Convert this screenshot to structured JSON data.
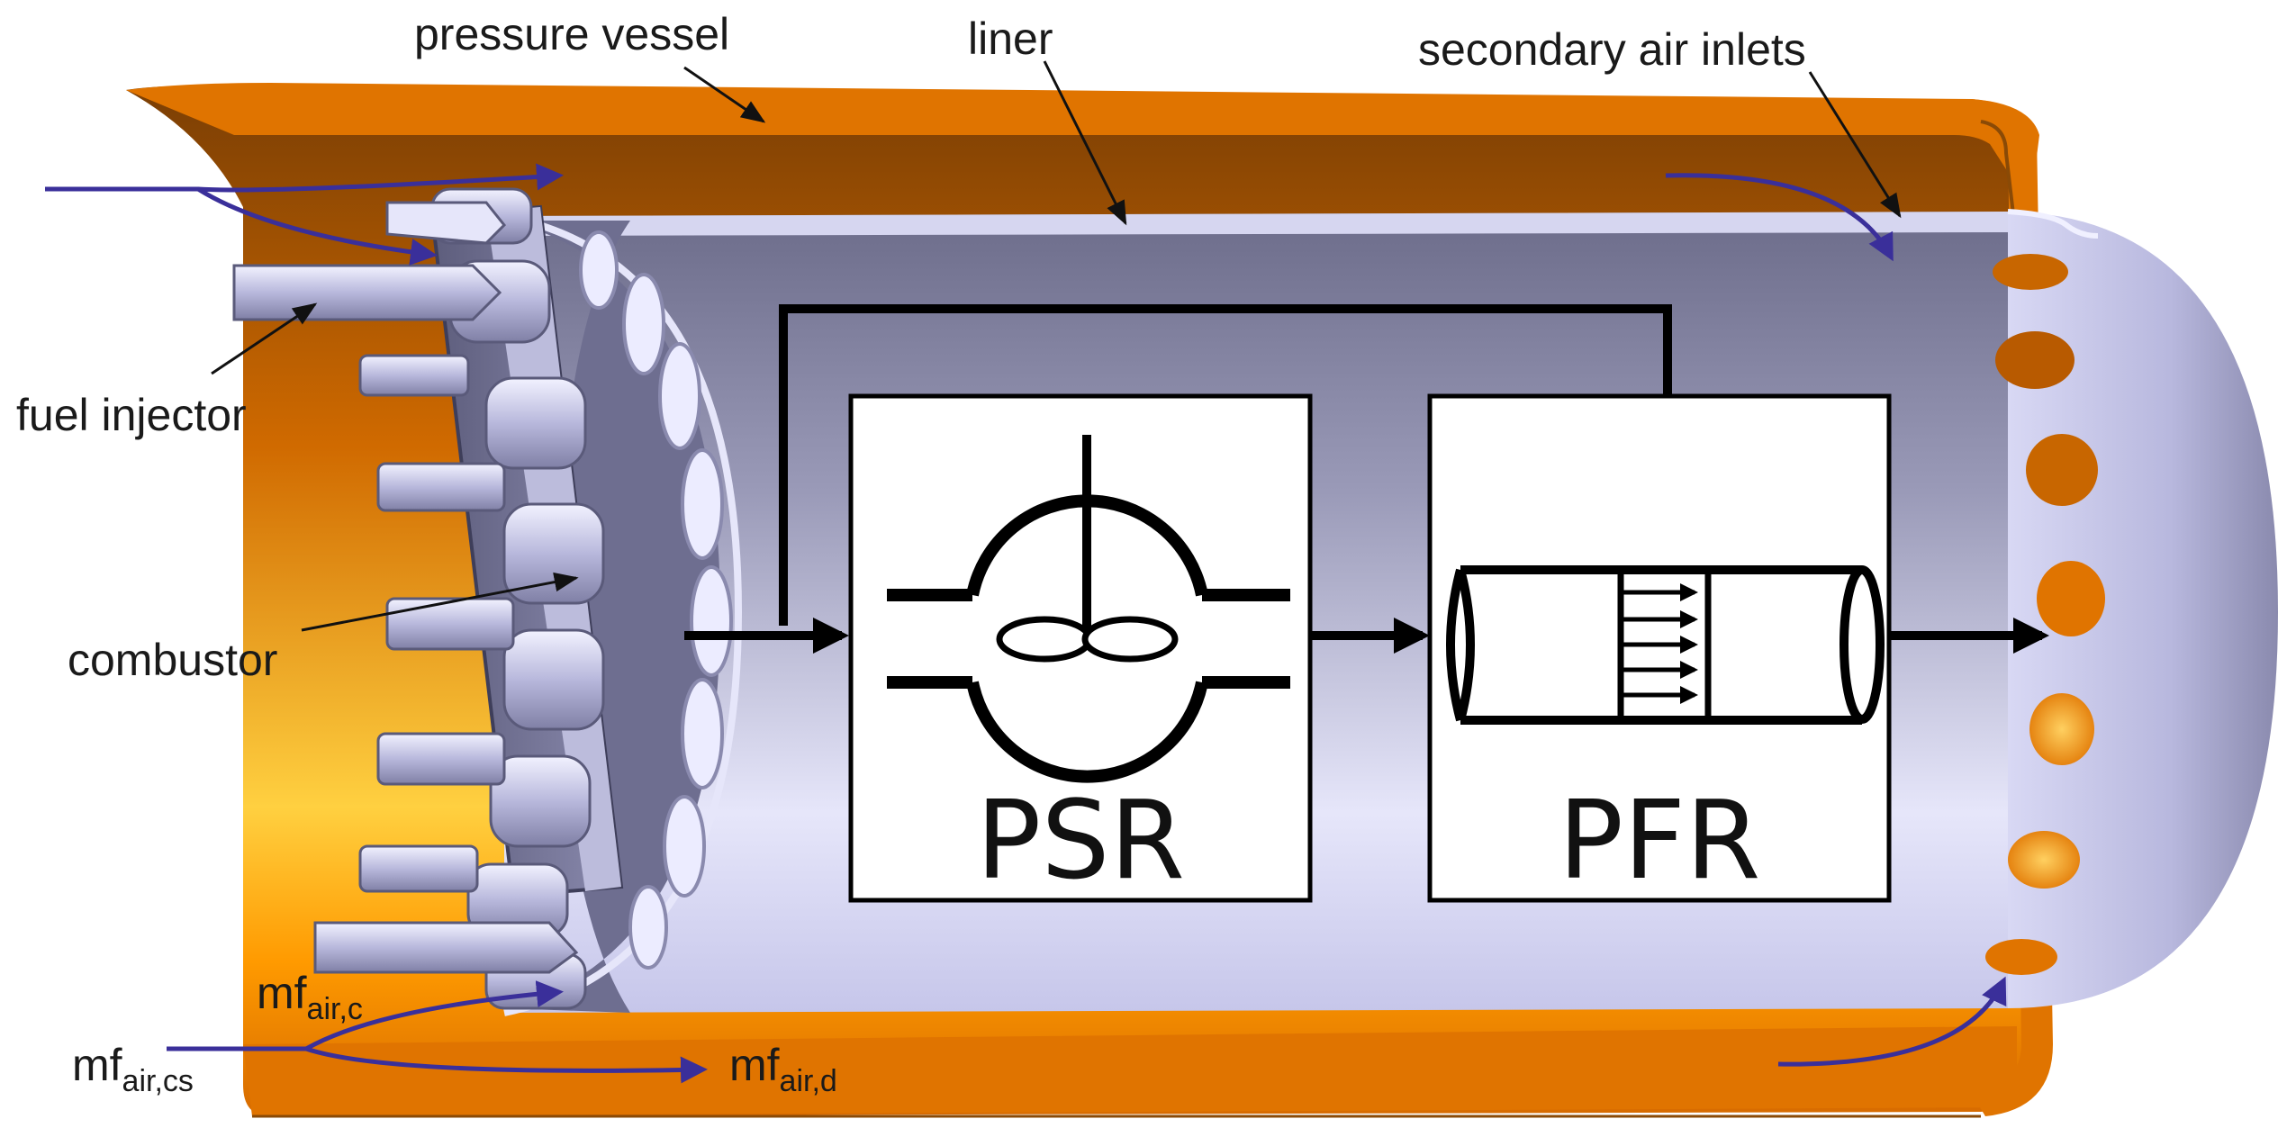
{
  "labels": {
    "pressure_vessel": "pressure vessel",
    "liner": "liner",
    "secondary_air_inlets": "secondary air inlets",
    "fuel_injector": "fuel injector",
    "combustor": "combustor"
  },
  "flows": {
    "mf": "mf",
    "air_c_sub": "air,c",
    "air_cs_sub": "air,cs",
    "air_d_sub": "air,d"
  },
  "reactors": {
    "psr": "PSR",
    "pfr": "PFR"
  },
  "colors": {
    "vessel_orange": "#e07400",
    "vessel_dark": "#8a4a06",
    "liner_body": "#c9c9ec",
    "liner_shadow": "#6f6f8e",
    "flow_arrow": "#3a2f9a",
    "reactor_line": "#000000"
  }
}
